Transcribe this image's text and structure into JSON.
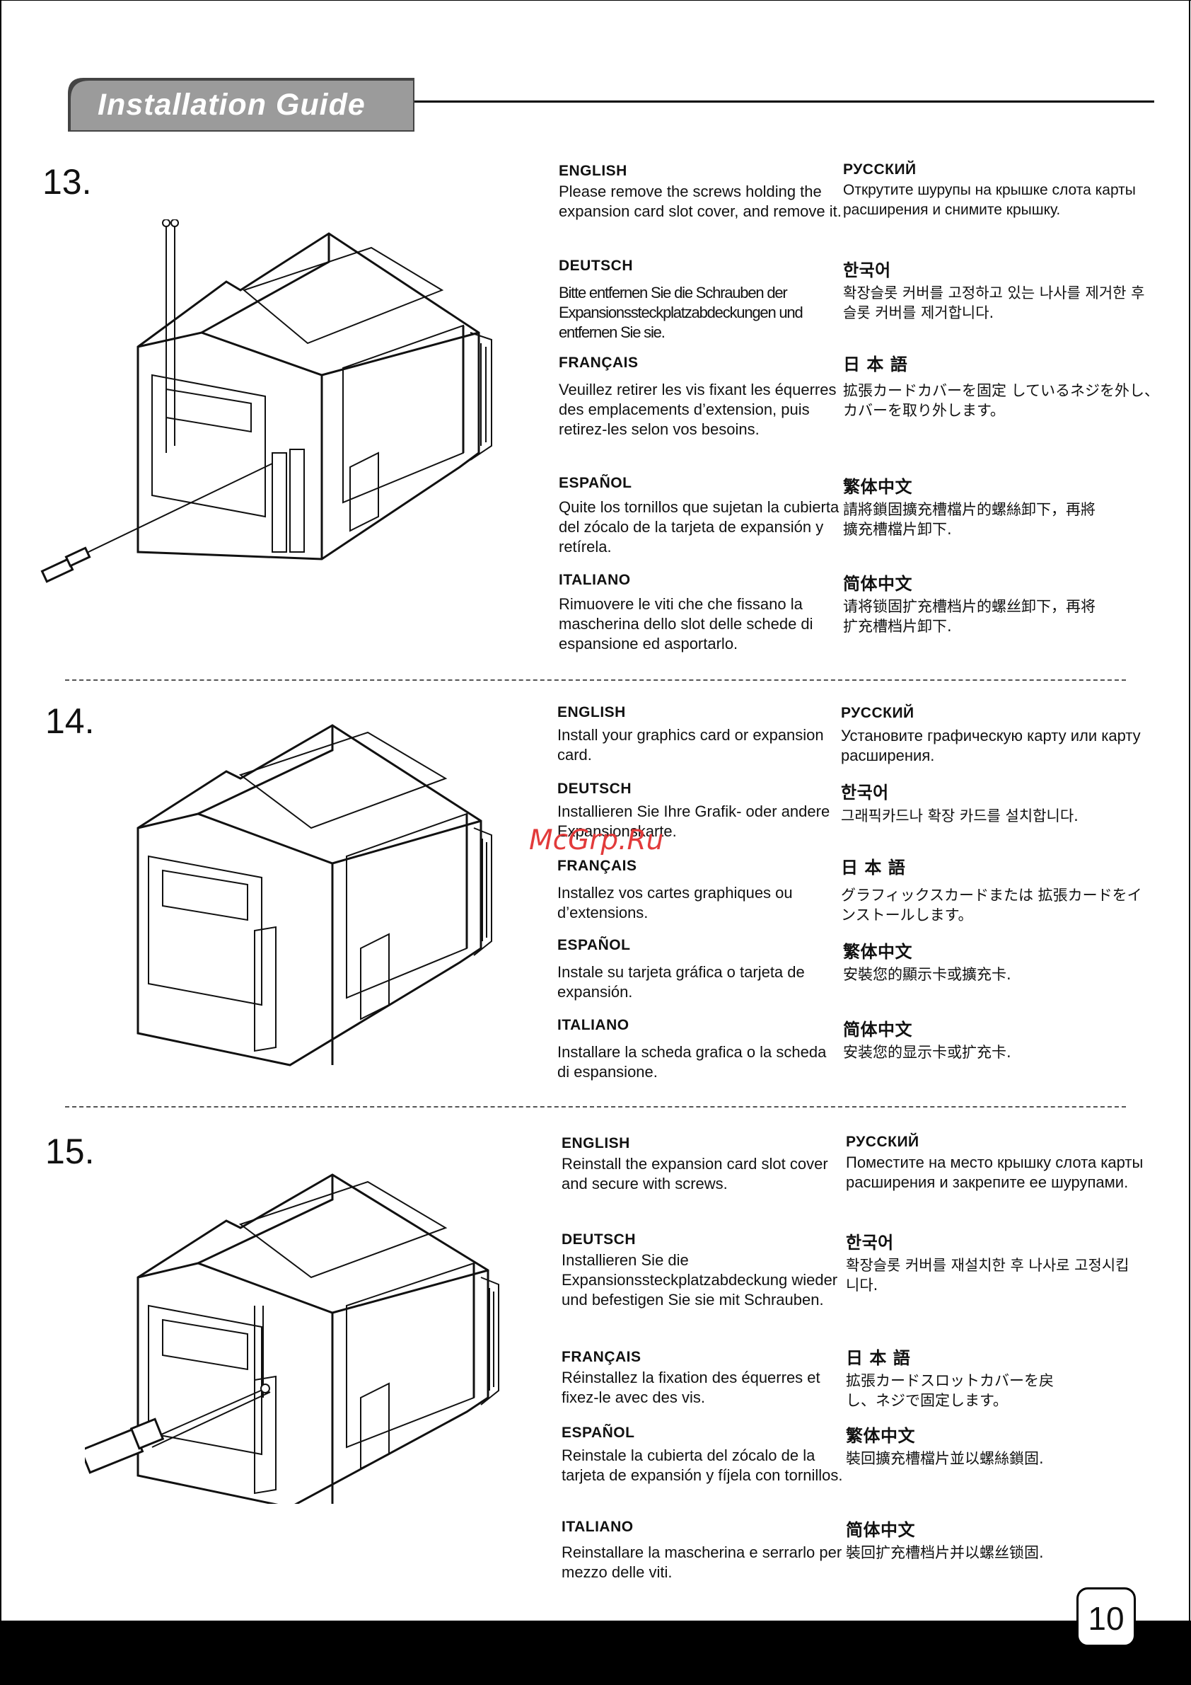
{
  "header": {
    "title": "Installation Guide"
  },
  "watermark": "McGrp.Ru",
  "page_number": "10",
  "steps": [
    {
      "number": "13.",
      "en": {
        "lang": "ENGLISH",
        "text": "Please remove the screws holding the expansion card slot cover, and remove it."
      },
      "de": {
        "lang": "DEUTSCH",
        "text": "Bitte entfernen Sie die Schrauben der Expansionssteckplatzabdeckungen und entfernen Sie sie."
      },
      "fr": {
        "lang": "FRANÇAIS",
        "text": "Veuillez retirer les vis fixant les équerres des emplacements d’extension, puis retirez-les selon vos besoins."
      },
      "es": {
        "lang": "ESPAÑOL",
        "text": "Quite los tornillos que sujetan la cubierta del zócalo de la tarjeta de expansión y retírela."
      },
      "it": {
        "lang": "ITALIANO",
        "text": "Rimuovere le viti che che fissano la mascherina dello slot delle schede di espansione ed asportarlo."
      },
      "ru": {
        "lang": "РУССКИЙ",
        "text": "Открутите шурупы на крышке слота карты расширения и снимите крышку."
      },
      "ko": {
        "lang": "한국어",
        "text": "확장슬롯 커버를 고정하고 있는 나사를 제거한 후 슬롯 커버를 제거합니다."
      },
      "ja": {
        "lang": "日 本 語",
        "text": "拡張カードカバーを固定 しているネジを外し、カバーを取り外します。"
      },
      "zh_tw": {
        "lang": "繁体中文",
        "text": "請將鎖固擴充槽檔片的螺絲卸下，再將擴充槽檔片卸下."
      },
      "zh_cn": {
        "lang": "简体中文",
        "text": "请将锁固扩充槽档片的螺丝卸下，再将扩充槽档片卸下."
      }
    },
    {
      "number": "14.",
      "en": {
        "lang": "ENGLISH",
        "text": "Install your graphics card or expansion card."
      },
      "de": {
        "lang": "DEUTSCH",
        "text": "Installieren Sie Ihre Grafik- oder andere Expansionskarte."
      },
      "fr": {
        "lang": "FRANÇAIS",
        "text": "Installez vos cartes graphiques ou d’extensions."
      },
      "es": {
        "lang": "ESPAÑOL",
        "text": "Instale su tarjeta gráfica o tarjeta de expansión."
      },
      "it": {
        "lang": "ITALIANO",
        "text": "Installare la scheda grafica o la scheda di espansione."
      },
      "ru": {
        "lang": "РУССКИЙ",
        "text": "Установите графическую карту или карту расширения."
      },
      "ko": {
        "lang": "한국어",
        "text": "그래픽카드나 확장 카드를 설치합니다."
      },
      "ja": {
        "lang": "日 本 語",
        "text": "グラフィックスカードまたは 拡張カードをインストールします。"
      },
      "zh_tw": {
        "lang": "繁体中文",
        "text": "安裝您的顯示卡或擴充卡."
      },
      "zh_cn": {
        "lang": "简体中文",
        "text": "安装您的显示卡或扩充卡."
      }
    },
    {
      "number": "15.",
      "en": {
        "lang": "ENGLISH",
        "text": "Reinstall the expansion card slot cover and secure with screws."
      },
      "de": {
        "lang": "DEUTSCH",
        "text": "Installieren Sie die Expansionssteckplatzabdeckung wieder und befestigen Sie sie mit Schrauben."
      },
      "fr": {
        "lang": "FRANÇAIS",
        "text": "Réinstallez la fixation des équerres et fixez-le avec des vis."
      },
      "es": {
        "lang": "ESPAÑOL",
        "text": "Reinstale la cubierta del zócalo de la tarjeta de expansión y fíjela con tornillos."
      },
      "it": {
        "lang": "ITALIANO",
        "text": "Reinstallare la mascherina e serrarlo per mezzo delle viti."
      },
      "ru": {
        "lang": "РУССКИЙ",
        "text": "Поместите на место крышку слота карты расширения и закрепите ее шурупами."
      },
      "ko": {
        "lang": "한국어",
        "text": "확장슬롯 커버를 재설치한 후 나사로 고정시킵니다."
      },
      "ja": {
        "lang": "日 本 語",
        "text": "拡張カードスロットカバーを戻 し、ネジで固定します。"
      },
      "zh_tw": {
        "lang": "繁体中文",
        "text": "裝回擴充槽檔片並以螺絲鎖固."
      },
      "zh_cn": {
        "lang": "简体中文",
        "text": "裝回扩充槽档片并以螺丝锁固."
      }
    }
  ]
}
